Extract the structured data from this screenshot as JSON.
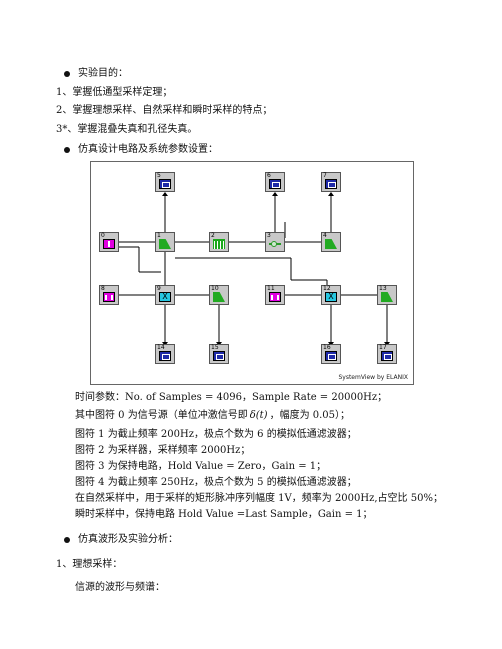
{
  "section1": {
    "heading": "实验目的：",
    "items": [
      "1、掌握低通型采样定理；",
      "2、掌握理想采样、自然采样和瞬时采样的特点；",
      "3*、掌握混叠失真和孔径失真。"
    ]
  },
  "section2": {
    "heading": "仿真设计电路及系统参数设置："
  },
  "diagram": {
    "brand": "SystemView by ELANIX",
    "tokens": [
      {
        "num": "5",
        "type": "sink"
      },
      {
        "num": "6",
        "type": "sink"
      },
      {
        "num": "7",
        "type": "sink"
      },
      {
        "num": "0",
        "type": "src"
      },
      {
        "num": "1",
        "type": "lpf"
      },
      {
        "num": "2",
        "type": "samp"
      },
      {
        "num": "3",
        "type": "hold"
      },
      {
        "num": "4",
        "type": "lpf"
      },
      {
        "num": "8",
        "type": "pulse"
      },
      {
        "num": "9",
        "type": "mult",
        "symbol": "X"
      },
      {
        "num": "10",
        "type": "lpf"
      },
      {
        "num": "11",
        "type": "pulse"
      },
      {
        "num": "12",
        "type": "mult",
        "symbol": "X"
      },
      {
        "num": "13",
        "type": "lpf"
      },
      {
        "num": "14",
        "type": "sink"
      },
      {
        "num": "15",
        "type": "sink"
      },
      {
        "num": "16",
        "type": "sink"
      },
      {
        "num": "17",
        "type": "sink"
      }
    ]
  },
  "params": {
    "time": "时间参数：No. of Samples = 4096，Sample Rate = 20000Hz；",
    "l1": "其中图符 0 为信号源（单位冲激信号即",
    "l1_math": "δ(t)",
    "l1_tail": "，幅度为 0.05）；",
    "l2": "图符 1 为截止频率 200Hz，极点个数为 6 的模拟低通滤波器；",
    "l3": "图符 2 为采样器，采样频率 2000Hz；",
    "l4": "图符 3 为保持电路，Hold Value = Zero，Gain = 1；",
    "l5": "图符 4 为截止频率 250Hz，极点个数为 5 的模拟低通滤波器；",
    "l6": "在自然采样中，用于采样的矩形脉冲序列幅度 1V，频率为 2000Hz,占空比 50%；",
    "l7": "瞬时采样中，保持电路 Hold Value =Last Sample，Gain = 1；"
  },
  "section3": {
    "heading": "仿真波形及实验分析：",
    "sub": "1、理想采样：",
    "sub2": "信源的波形与频谱："
  }
}
